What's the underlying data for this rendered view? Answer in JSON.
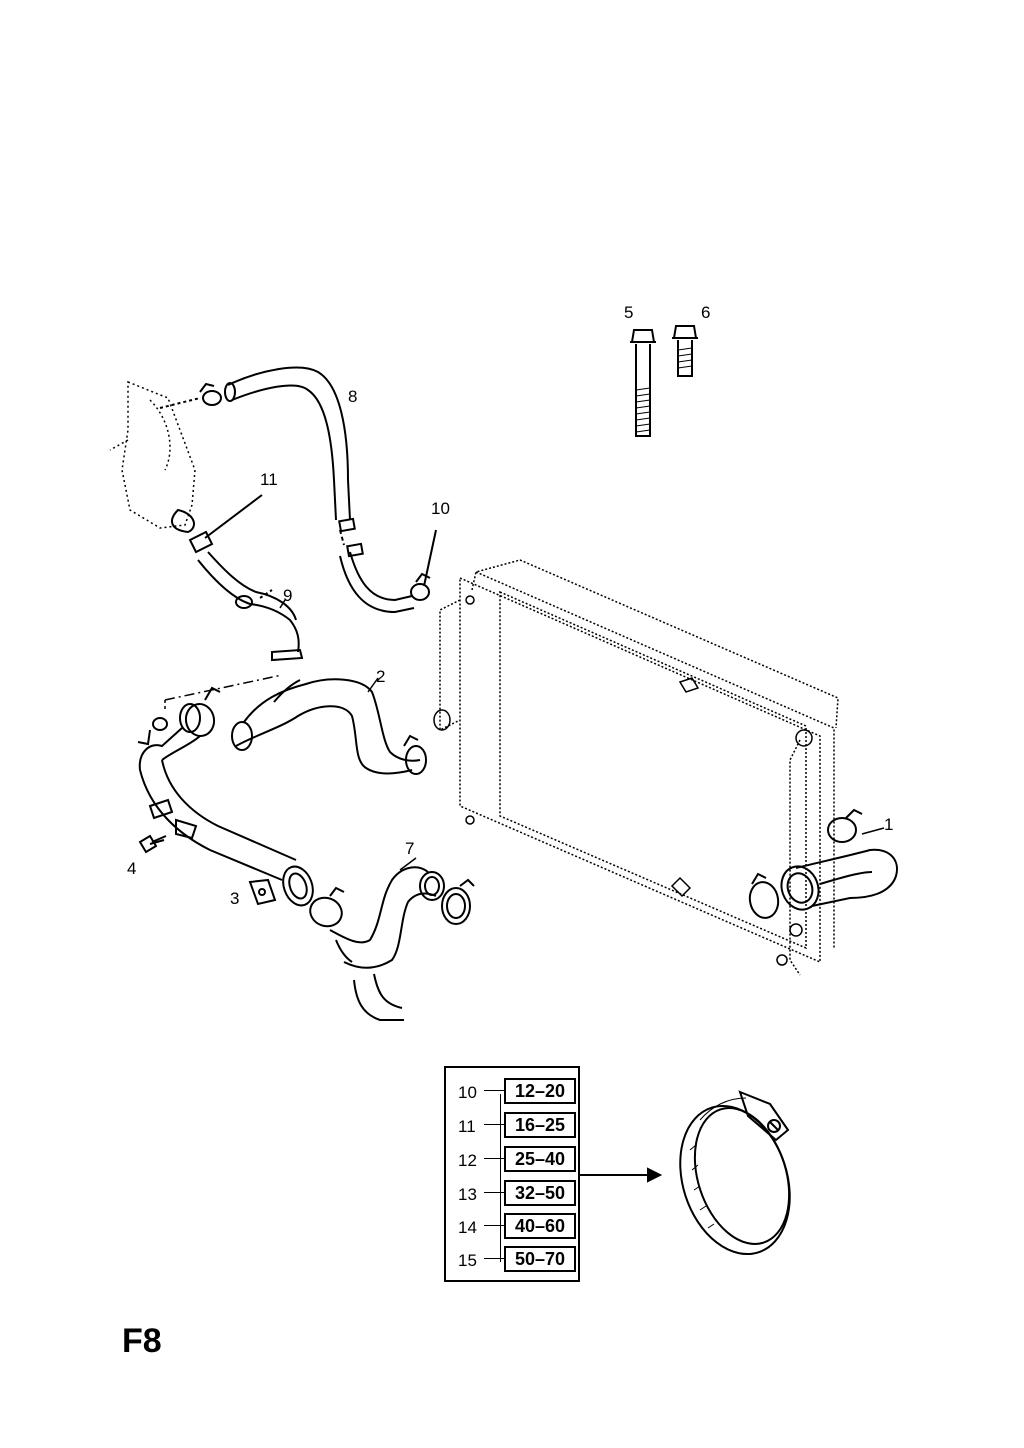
{
  "page_code": "F8",
  "callouts": {
    "c1": "1",
    "c2": "2",
    "c3": "3",
    "c4": "4",
    "c5": "5",
    "c6": "6",
    "c7": "7",
    "c8": "8",
    "c9": "9",
    "c10": "10",
    "c11": "11"
  },
  "clamp_sizes": [
    {
      "ref": "10",
      "range": "12–20"
    },
    {
      "ref": "11",
      "range": "16–25"
    },
    {
      "ref": "12",
      "range": "25–40"
    },
    {
      "ref": "13",
      "range": "32–50"
    },
    {
      "ref": "14",
      "range": "40–60"
    },
    {
      "ref": "15",
      "range": "50–70"
    }
  ]
}
